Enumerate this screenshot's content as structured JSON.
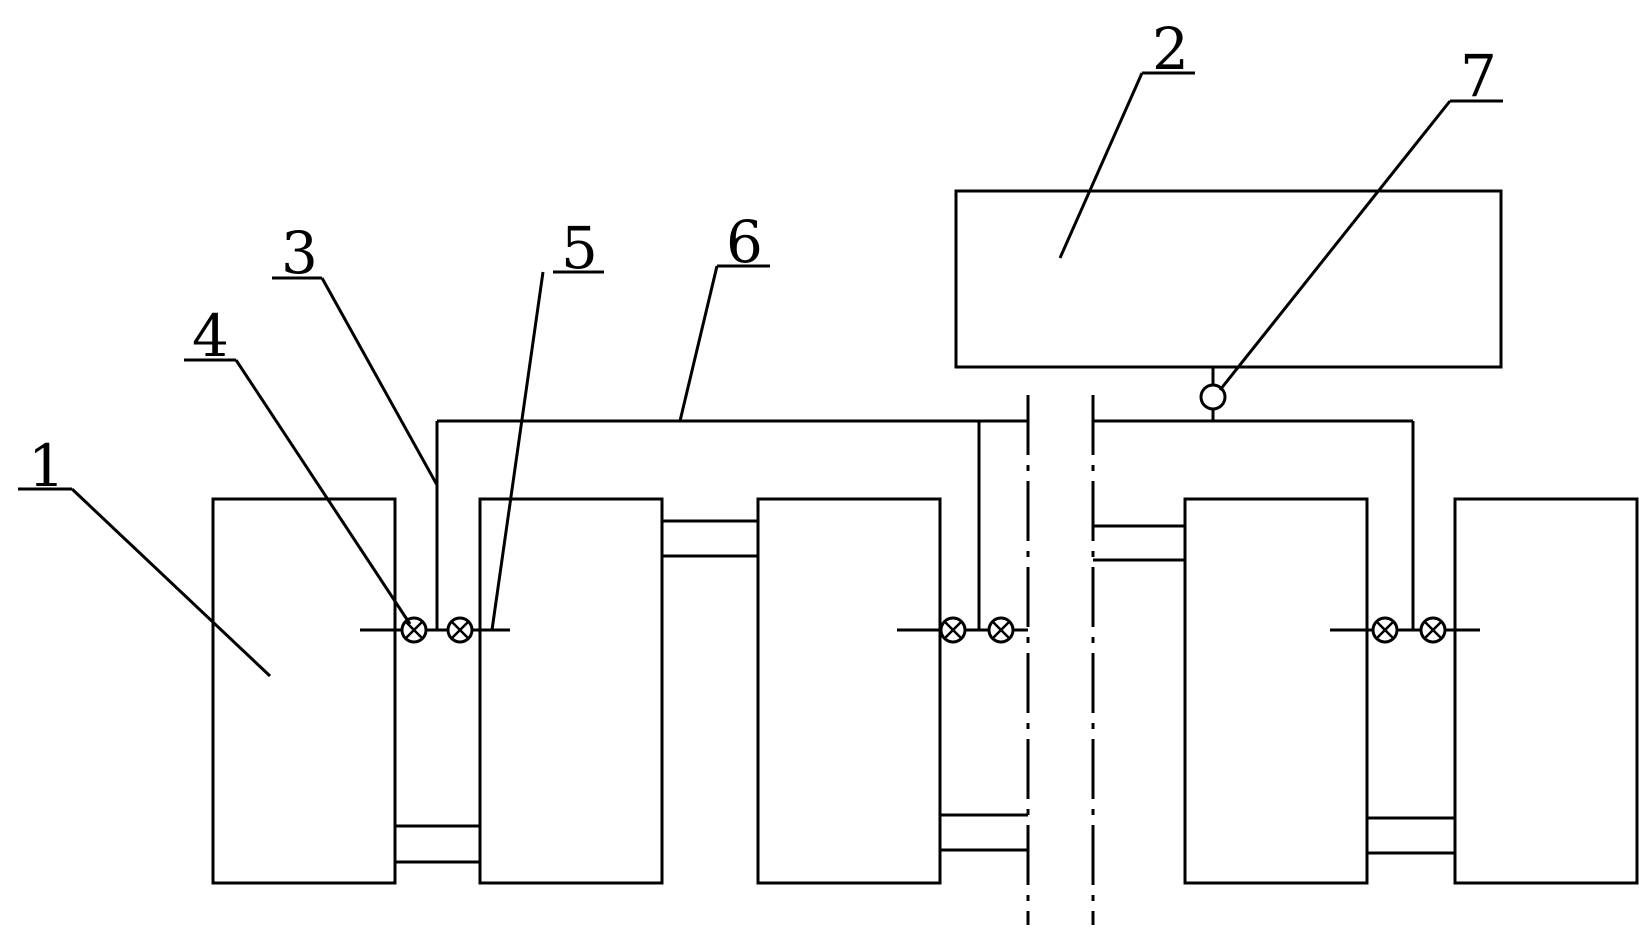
{
  "diagram": {
    "labels": {
      "l1": "1",
      "l2": "2",
      "l3": "3",
      "l4": "4",
      "l5": "5",
      "l6": "6",
      "l7": "7"
    }
  }
}
